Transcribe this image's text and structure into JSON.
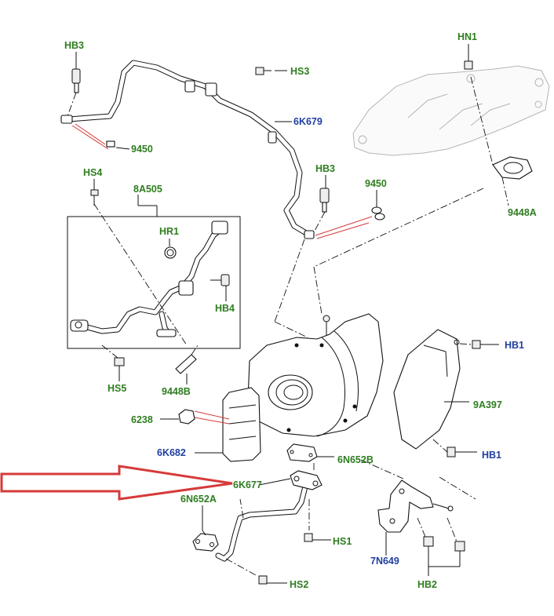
{
  "labels": {
    "hb3_top": "HB3",
    "hn1": "HN1",
    "hs3": "HS3",
    "6k679": "6K679",
    "9450_top": "9450",
    "hs4": "HS4",
    "8a505": "8A505",
    "hb3_mid": "HB3",
    "9450_mid": "9450",
    "9448a": "9448A",
    "hr1": "HR1",
    "hb4": "HB4",
    "hb1_top": "HB1",
    "hs5": "HS5",
    "9448b": "9448B",
    "9a397": "9A397",
    "6238": "6238",
    "6k682": "6K682",
    "hb1_bottom": "HB1",
    "6n652b": "6N652B",
    "6k677": "6K677",
    "6n652a": "6N652A",
    "hs1": "HS1",
    "7n649": "7N649",
    "hs2": "HS2",
    "hb2": "HB2"
  },
  "colors": {
    "part_number_green": "#2e7d1f",
    "part_number_blue": "#1f3fa0",
    "callout_arrow": "#d63a3a",
    "linework": "#111111"
  }
}
